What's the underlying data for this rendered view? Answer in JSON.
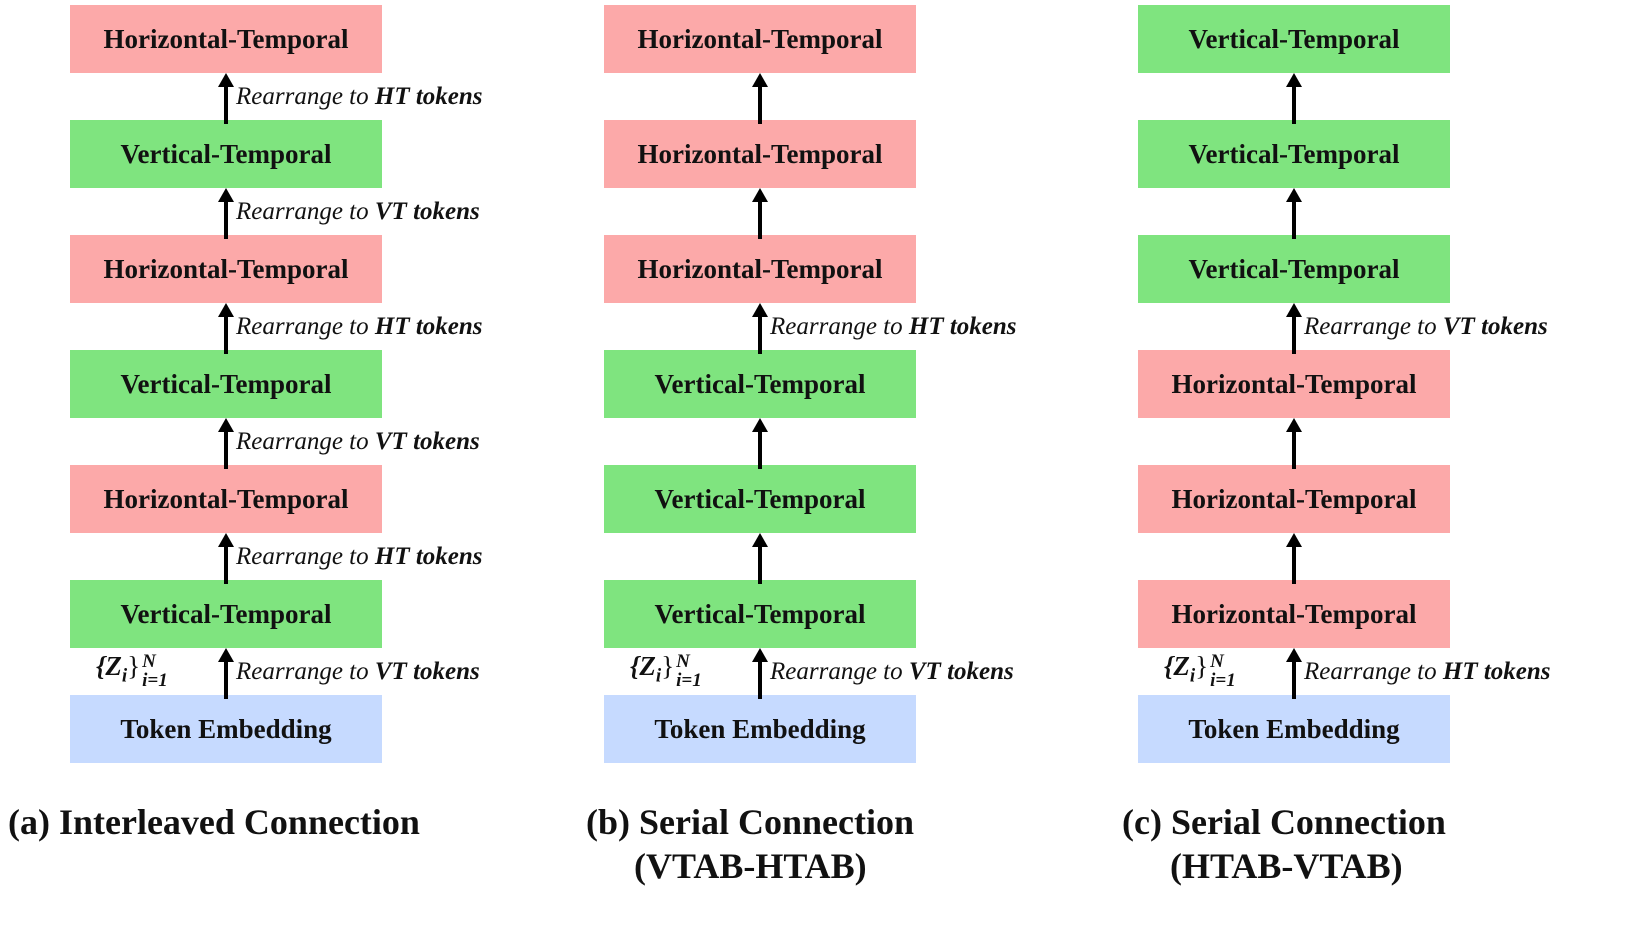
{
  "panels": [
    {
      "blocks": [
        "Horizontal-Temporal",
        "Vertical-Temporal",
        "Horizontal-Temporal",
        "Vertical-Temporal",
        "Horizontal-Temporal",
        "Vertical-Temporal",
        "Token Embedding"
      ],
      "block_kinds": [
        "ht",
        "vt",
        "ht",
        "vt",
        "ht",
        "vt",
        "emb"
      ],
      "arrows": [
        {
          "prefix": "Rearrange to ",
          "bold": "HT tokens"
        },
        {
          "prefix": "Rearrange to ",
          "bold": "VT tokens"
        },
        {
          "prefix": "Rearrange to ",
          "bold": "HT tokens"
        },
        {
          "prefix": "Rearrange to ",
          "bold": "VT tokens"
        },
        {
          "prefix": "Rearrange to ",
          "bold": "HT tokens"
        },
        {
          "prefix": "Rearrange to ",
          "bold": "VT tokens"
        }
      ],
      "caption_line1": "(a) Interleaved Connection",
      "caption_line2": ""
    },
    {
      "blocks": [
        "Horizontal-Temporal",
        "Horizontal-Temporal",
        "Horizontal-Temporal",
        "Vertical-Temporal",
        "Vertical-Temporal",
        "Vertical-Temporal",
        "Token Embedding"
      ],
      "block_kinds": [
        "ht",
        "ht",
        "ht",
        "vt",
        "vt",
        "vt",
        "emb"
      ],
      "arrows": [
        {
          "prefix": "",
          "bold": ""
        },
        {
          "prefix": "",
          "bold": ""
        },
        {
          "prefix": "Rearrange to ",
          "bold": "HT tokens"
        },
        {
          "prefix": "",
          "bold": ""
        },
        {
          "prefix": "",
          "bold": ""
        },
        {
          "prefix": "Rearrange to ",
          "bold": "VT tokens"
        }
      ],
      "caption_line1": "(b) Serial Connection",
      "caption_line2": "(VTAB-HTAB)"
    },
    {
      "blocks": [
        "Vertical-Temporal",
        "Vertical-Temporal",
        "Vertical-Temporal",
        "Horizontal-Temporal",
        "Horizontal-Temporal",
        "Horizontal-Temporal",
        "Token Embedding"
      ],
      "block_kinds": [
        "vt",
        "vt",
        "vt",
        "ht",
        "ht",
        "ht",
        "emb"
      ],
      "arrows": [
        {
          "prefix": "",
          "bold": ""
        },
        {
          "prefix": "",
          "bold": ""
        },
        {
          "prefix": "Rearrange to ",
          "bold": "VT tokens"
        },
        {
          "prefix": "",
          "bold": ""
        },
        {
          "prefix": "",
          "bold": ""
        },
        {
          "prefix": "Rearrange to ",
          "bold": "HT tokens"
        }
      ],
      "caption_line1": "(c) Serial Connection",
      "caption_line2": "(HTAB-VTAB)"
    }
  ],
  "input_label": {
    "base": "{Z",
    "sub_var": "i",
    "close": "}",
    "sup": "N",
    "sub": "i=1"
  },
  "colors": {
    "horizontal": "#fca9a9",
    "vertical": "#7fe47f",
    "embedding": "#c6daff"
  }
}
